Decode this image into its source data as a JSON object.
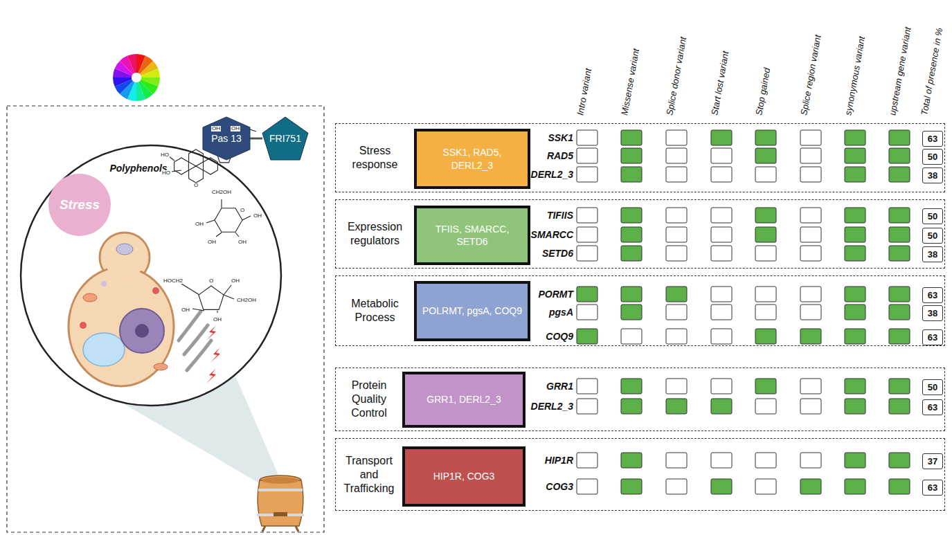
{
  "diagram": {
    "nodes": [
      {
        "text": [
          "Pas 13"
        ]
      },
      {
        "text": [
          "FRI751"
        ]
      },
      {
        "text": [
          "Stress"
        ]
      },
      {
        "text": [
          "Stress response"
        ]
      },
      {
        "text": [
          "SSK1, RAD5, DERL2_3"
        ],
        "in": 3
      },
      {
        "text": [
          "63"
        ],
        "in": 3
      },
      {
        "text": [
          "50"
        ],
        "in": 3
      },
      {
        "text": [
          "38"
        ],
        "in": 3
      },
      {
        "text": [
          "Expression regulators"
        ]
      },
      {
        "text": [
          "TFIIS, SMARCC, SETD6"
        ],
        "in": 8
      },
      {
        "text": [
          "50"
        ],
        "in": 8
      },
      {
        "text": [
          "50"
        ],
        "in": 8
      },
      {
        "text": [
          "38"
        ],
        "in": 8
      },
      {
        "text": [
          "Metabolic Process"
        ]
      },
      {
        "text": [
          "POLRMT, pgsA, COQ9"
        ],
        "in": 13
      },
      {
        "text": [
          "63"
        ],
        "in": 13
      },
      {
        "text": [
          "38"
        ],
        "in": 13
      },
      {
        "text": [
          "63"
        ],
        "in": 13
      },
      {
        "text": [
          "Protein Quality Control"
        ]
      },
      {
        "text": [
          "GRR1, DERL2_3"
        ],
        "in": 18
      },
      {
        "text": [
          "50"
        ],
        "in": 18
      },
      {
        "text": [
          "63"
        ],
        "in": 18
      },
      {
        "text": [
          "Transport and Trafficking"
        ]
      },
      {
        "text": [
          "HIP1R, COG3"
        ],
        "in": 22
      },
      {
        "text": [
          "37"
        ],
        "in": 22
      },
      {
        "text": [
          "63"
        ],
        "in": 22
      }
    ],
    "edges": [
      {
        "from": 0,
        "to": 1,
        "arrow": "none"
      }
    ],
    "labels": [
      "Intro variant",
      "Missense variant",
      "Splice donor variant",
      "Start lost variant",
      "Stop gained",
      "Splice region variant",
      "synonymous variant",
      "upstream gene variant",
      "Total of presence in %",
      "Polyphenols",
      "SSK1",
      "RAD5",
      "DERL2_3",
      "TIFIIS",
      "SMARCC",
      "SETD6",
      "PORMT",
      "pgsA",
      "COQ9",
      "GRR1",
      "DERL2_3",
      "HIP1R",
      "COG3",
      "OH",
      "OH",
      "HO",
      "HO",
      "O",
      "CH2OH",
      "O",
      "OH",
      "OH",
      "OH",
      "OH",
      "HOCH2",
      "O",
      "OH",
      "CH2OH",
      "OH",
      "OH"
    ]
  }
}
